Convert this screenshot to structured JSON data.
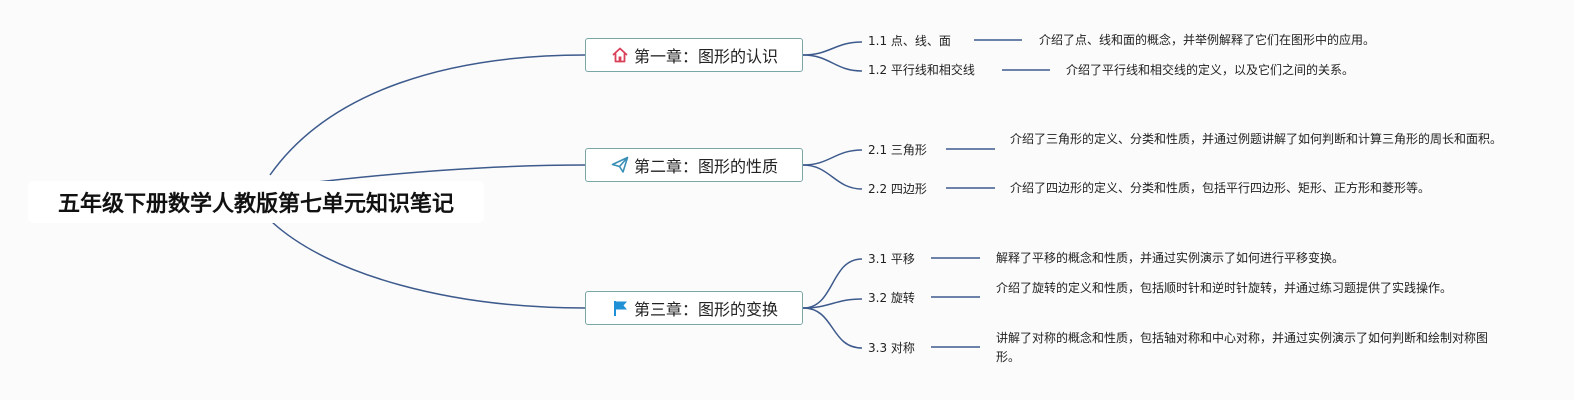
{
  "root": {
    "title": "五年级下册数学人教版第七单元知识笔记"
  },
  "chapters": [
    {
      "title": "第一章：图形的认识",
      "icon": "home-icon",
      "icon_color": "#d9415b",
      "topics": [
        {
          "label": "1.1 点、线、面",
          "note": "介绍了点、线和面的概念，并举例解释了它们在图形中的应用。"
        },
        {
          "label": "1.2 平行线和相交线",
          "note": "介绍了平行线和相交线的定义，以及它们之间的关系。"
        }
      ]
    },
    {
      "title": "第二章：图形的性质",
      "icon": "paper-plane-icon",
      "icon_color": "#3a8fb6",
      "topics": [
        {
          "label": "2.1 三角形",
          "note": "介绍了三角形的定义、分类和性质，并通过例题讲解了如何判断和计算三角形的周长和面积。"
        },
        {
          "label": "2.2 四边形",
          "note": "介绍了四边形的定义、分类和性质，包括平行四边形、矩形、正方形和菱形等。"
        }
      ]
    },
    {
      "title": "第三章：图形的变换",
      "icon": "flag-icon",
      "icon_color": "#1f8fd6",
      "topics": [
        {
          "label": "3.1 平移",
          "note": "解释了平移的概念和性质，并通过实例演示了如何进行平移变换。"
        },
        {
          "label": "3.2 旋转",
          "note": "介绍了旋转的定义和性质，包括顺时针和逆时针旋转，并通过练习题提供了实践操作。"
        },
        {
          "label": "3.3 对称",
          "note": "讲解了对称的概念和性质，包括轴对称和中心对称，并通过实例演示了如何判断和绘制对称图形。"
        }
      ]
    }
  ],
  "colors": {
    "connector": "#3d5a8c",
    "chapter_border": "#7aa6a6"
  }
}
